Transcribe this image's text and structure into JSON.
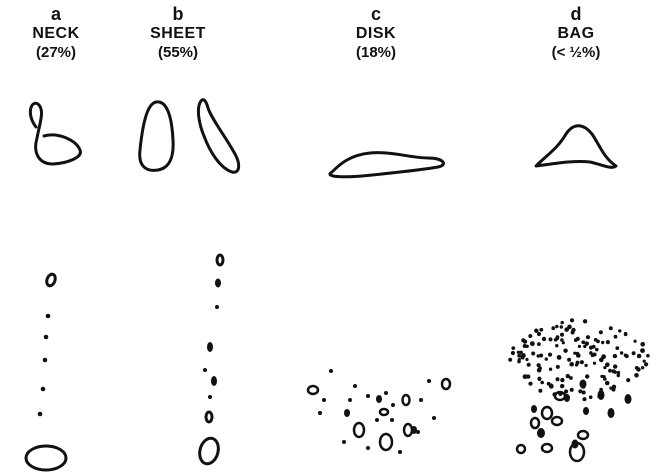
{
  "columns": [
    {
      "letter": "a",
      "name": "NECK",
      "percent": "(27%)"
    },
    {
      "letter": "b",
      "name": "SHEET",
      "percent": "(55%)"
    },
    {
      "letter": "c",
      "name": "DISK",
      "percent": "(18%)"
    },
    {
      "letter": "d",
      "name": "BAG",
      "percent": "(< ½%)"
    }
  ],
  "ink_color": "#111111"
}
